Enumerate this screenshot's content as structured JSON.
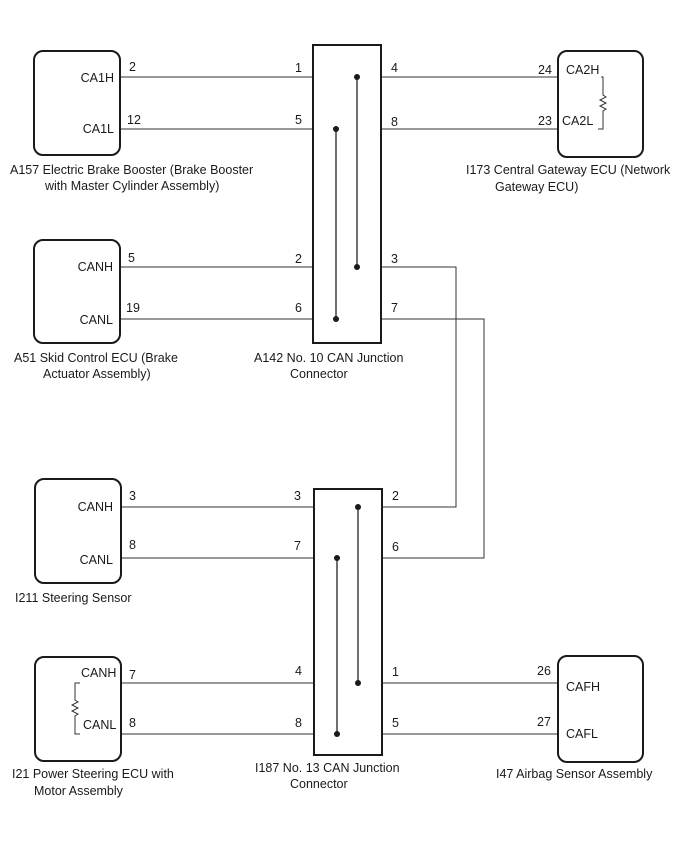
{
  "components": {
    "a157": {
      "pin_h": "CA1H",
      "pin_l": "CA1L",
      "term_h": "2",
      "term_l": "12",
      "caption_1": "A157  Electric Brake Booster (Brake Booster",
      "caption_2": "with Master Cylinder Assembly)"
    },
    "i173": {
      "pin_h": "CA2H",
      "pin_l": "CA2L",
      "term_h": "24",
      "term_l": "23",
      "caption_1": "I173  Central Gateway ECU (Network",
      "caption_2": "Gateway ECU)"
    },
    "a51": {
      "pin_h": "CANH",
      "pin_l": "CANL",
      "term_h": "5",
      "term_l": "19",
      "caption_1": "A51  Skid Control ECU (Brake",
      "caption_2": "Actuator Assembly)"
    },
    "a142": {
      "pins": [
        "1",
        "5",
        "4",
        "8",
        "2",
        "6",
        "3",
        "7"
      ],
      "caption_1": "A142  No. 10 CAN Junction",
      "caption_2": "Connector"
    },
    "i211": {
      "pin_h": "CANH",
      "pin_l": "CANL",
      "term_h": "3",
      "term_l": "8",
      "caption_1": "I211  Steering Sensor"
    },
    "i187": {
      "pins": [
        "3",
        "7",
        "2",
        "6",
        "4",
        "8",
        "1",
        "5"
      ],
      "caption_1": "I187  No. 13 CAN Junction",
      "caption_2": "Connector"
    },
    "i21": {
      "pin_h": "CANH",
      "pin_l": "CANL",
      "term_h": "7",
      "term_l": "8",
      "caption_1": "I21  Power Steering ECU with",
      "caption_2": "Motor Assembly"
    },
    "i47": {
      "pin_h": "CAFH",
      "pin_l": "CAFL",
      "term_h": "26",
      "term_l": "27",
      "caption_1": "I47  Airbag Sensor Assembly"
    }
  }
}
